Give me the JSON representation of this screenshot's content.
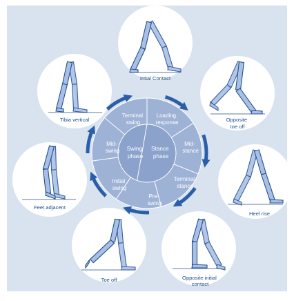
{
  "colors": {
    "background": "#d9e3f0",
    "wheel_outer": "#9eb2d6",
    "wheel_inner": "#8ba2cc",
    "divider": "#ffffff",
    "arrow": "#2a5ea8",
    "leg_fill": "#a9c0e6",
    "leg_stroke": "#244f8f",
    "circle_fill": "#ffffff",
    "text_dark": "#1f4e8c",
    "text_light": "#ffffff"
  },
  "wheel": {
    "inner": {
      "swing": [
        "Swing",
        "phase"
      ],
      "stance": [
        "Stance",
        "phase"
      ]
    },
    "sectors": [
      {
        "id": "loading-response",
        "lines": [
          "Loading",
          "response"
        ]
      },
      {
        "id": "mid-stance",
        "lines": [
          "Mid-",
          "stance"
        ]
      },
      {
        "id": "terminal-stance",
        "lines": [
          "Terminal",
          "stance"
        ]
      },
      {
        "id": "pre-swing",
        "lines": [
          "Pre-",
          "swing"
        ]
      },
      {
        "id": "initial-swing",
        "lines": [
          "Initial",
          "swing"
        ]
      },
      {
        "id": "mid-swing",
        "lines": [
          "Mid-",
          "swing"
        ]
      },
      {
        "id": "terminal-swing",
        "lines": [
          "Terminal",
          "swing"
        ]
      }
    ]
  },
  "events": [
    {
      "id": "initial-contact",
      "lines": [
        "Intial Contact"
      ]
    },
    {
      "id": "opposite-toe-off",
      "lines": [
        "Opposite",
        "toe off"
      ]
    },
    {
      "id": "heel-rise",
      "lines": [
        "Heel rise"
      ]
    },
    {
      "id": "opposite-initial-contact",
      "lines": [
        "Opposite initial",
        "contact"
      ]
    },
    {
      "id": "toe-off",
      "lines": [
        "Toe off"
      ]
    },
    {
      "id": "feet-adjacent",
      "lines": [
        "Feet adjacent"
      ]
    },
    {
      "id": "tibia-vertical",
      "lines": [
        "Tibia vertical"
      ]
    }
  ]
}
